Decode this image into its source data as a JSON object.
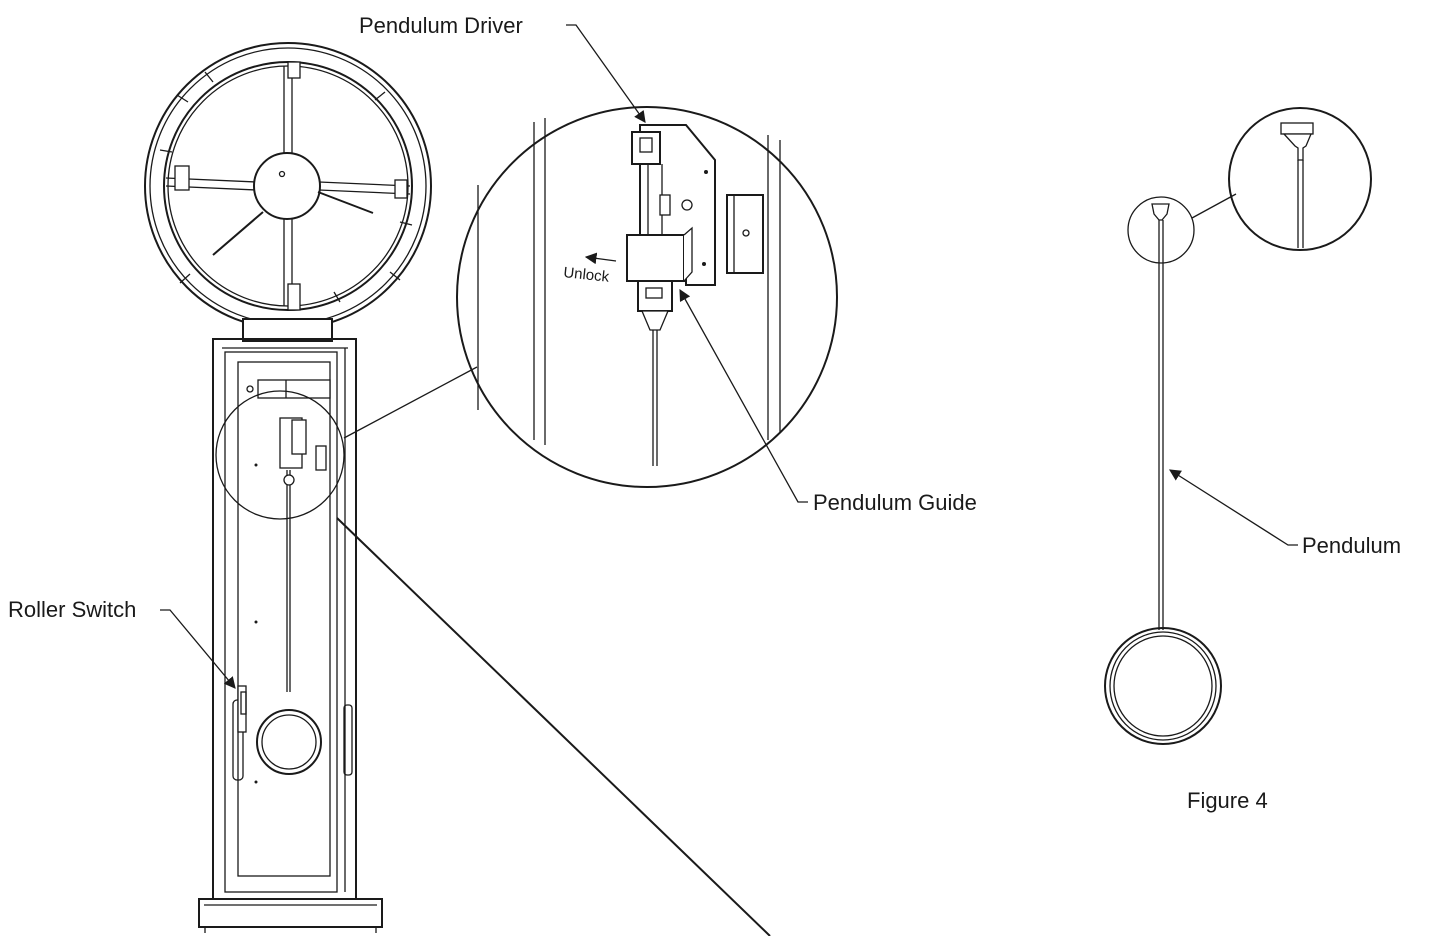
{
  "labels": {
    "pendulum_driver": "Pendulum Driver",
    "pendulum_guide": "Pendulum Guide",
    "roller_switch": "Roller Switch",
    "unlock": "Unlock",
    "pendulum": "Pendulum",
    "figure": "Figure 4"
  },
  "icons": {
    "clock": "floor-clock-icon",
    "detail": "magnifier-circle-icon",
    "pendulum": "pendulum-icon"
  },
  "colors": {
    "line": "#1a1a1a",
    "background": "#ffffff"
  }
}
